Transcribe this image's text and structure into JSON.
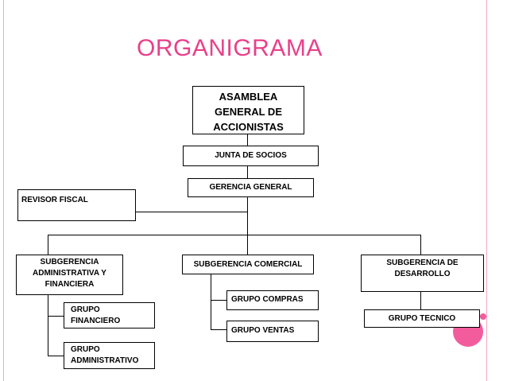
{
  "title": "ORGANIGRAMA",
  "colors": {
    "accent": "#e8408a",
    "frame": "#f3a6c4",
    "dot": "#f25c9c"
  },
  "nodes": {
    "asamblea": "ASAMBLEA GENERAL DE ACCIONISTAS",
    "junta": "JUNTA DE SOCIOS",
    "gerencia": "GERENCIA GENERAL",
    "revisor": "REVISOR FISCAL",
    "sub_admin": "SUBGERENCIA ADMINISTRATIVA Y FINANCIERA",
    "sub_comercial": "SUBGERENCIA COMERCIAL",
    "sub_desarrollo": "SUBGERENCIA DE DESARROLLO",
    "grupo_financiero": "GRUPO FINANCIERO",
    "grupo_administrativo": "GRUPO ADMINISTRATIVO",
    "grupo_compras": "GRUPO COMPRAS",
    "grupo_ventas": "GRUPO VENTAS",
    "grupo_tecnico": "GRUPO TECNICO"
  }
}
